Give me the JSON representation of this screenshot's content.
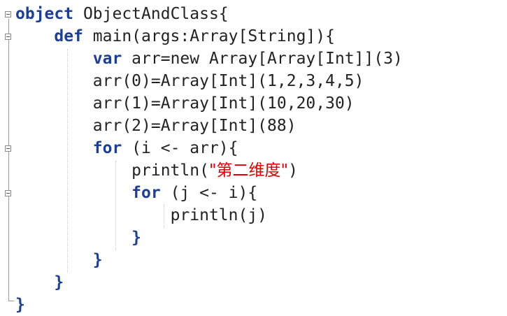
{
  "colors": {
    "keyword": "#1c3f95",
    "text": "#222222",
    "string": "#e00000",
    "background": "#ffffff",
    "gutter": "#9a9a9a"
  },
  "code": {
    "lines": [
      {
        "indent": "",
        "parts": [
          {
            "kind": "kw",
            "text": "object"
          },
          {
            "kind": "plain",
            "text": " ObjectAndClass{"
          }
        ]
      },
      {
        "indent": "    ",
        "parts": [
          {
            "kind": "kw",
            "text": "def"
          },
          {
            "kind": "plain",
            "text": " main(args:Array[String]){"
          }
        ]
      },
      {
        "indent": "        ",
        "parts": [
          {
            "kind": "kw",
            "text": "var"
          },
          {
            "kind": "plain",
            "text": " arr=new Array[Array[Int]](3)"
          }
        ]
      },
      {
        "indent": "        ",
        "parts": [
          {
            "kind": "plain",
            "text": "arr(0)=Array[Int](1,2,3,4,5)"
          }
        ]
      },
      {
        "indent": "        ",
        "parts": [
          {
            "kind": "plain",
            "text": "arr(1)=Array[Int](10,20,30)"
          }
        ]
      },
      {
        "indent": "        ",
        "parts": [
          {
            "kind": "plain",
            "text": "arr(2)=Array[Int](88)"
          }
        ]
      },
      {
        "indent": "        ",
        "parts": [
          {
            "kind": "kw",
            "text": "for"
          },
          {
            "kind": "plain",
            "text": " (i <- arr){"
          }
        ]
      },
      {
        "indent": "            ",
        "parts": [
          {
            "kind": "plain",
            "text": "println("
          },
          {
            "kind": "str",
            "text": "\"第二维度\""
          },
          {
            "kind": "plain",
            "text": ")"
          }
        ]
      },
      {
        "indent": "            ",
        "parts": [
          {
            "kind": "kw",
            "text": "for"
          },
          {
            "kind": "plain",
            "text": " (j <- i){"
          }
        ]
      },
      {
        "indent": "                ",
        "parts": [
          {
            "kind": "plain",
            "text": "println(j)"
          }
        ]
      },
      {
        "indent": "            ",
        "parts": [
          {
            "kind": "kw",
            "text": "}"
          }
        ]
      },
      {
        "indent": "        ",
        "parts": [
          {
            "kind": "kw",
            "text": "}"
          }
        ]
      },
      {
        "indent": "    ",
        "parts": [
          {
            "kind": "kw",
            "text": "}"
          }
        ]
      },
      {
        "indent": "",
        "parts": [
          {
            "kind": "kw",
            "text": "}"
          }
        ]
      }
    ]
  }
}
